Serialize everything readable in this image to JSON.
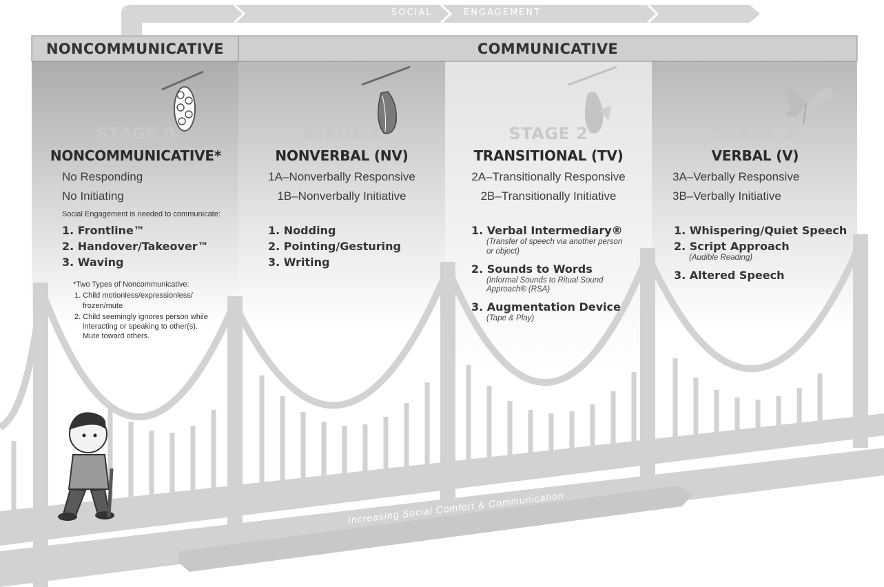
{
  "top_banner": {
    "left_word": "SOCIAL",
    "right_word": "ENGAGEMENT"
  },
  "headers": {
    "left": "NONCOMMUNICATIVE",
    "right": "COMMUNICATIVE"
  },
  "stages": [
    {
      "number": "STAGE 0",
      "name": "NONCOMMUNICATIVE*",
      "responses": [
        "No Responding",
        "No Initiating"
      ],
      "note": "Social Engagement is needed to communicate:",
      "items": [
        {
          "text": "1. Frontline™"
        },
        {
          "text": "2. Handover/Takeover™"
        },
        {
          "text": "3. Waving"
        }
      ],
      "footnote": {
        "title": "*Two Types of Noncommunicative:",
        "items": [
          "1. Child motionless/expressionless/ frozen/mute",
          "2. Child seemingly ignores person while interacting or speaking to other(s). Mute toward others."
        ]
      }
    },
    {
      "number": "STAGE 1",
      "name": "NONVERBAL (NV)",
      "responses": [
        "1A–Nonverbally Responsive",
        "1B–Nonverbally Initiative"
      ],
      "items": [
        {
          "text": "1. Nodding"
        },
        {
          "text": "2. Pointing/Gesturing"
        },
        {
          "text": "3. Writing"
        }
      ]
    },
    {
      "number": "STAGE 2",
      "name": "TRANSITIONAL (TV)",
      "responses": [
        "2A–Transitionally Responsive",
        "2B–Transitionally Initiative"
      ],
      "items": [
        {
          "text": "1. Verbal Intermediary®",
          "sub": "(Transfer of speech via another person or object)"
        },
        {
          "text": "2. Sounds to Words",
          "sub": "(Informal Sounds to Ritual Sound Approach® (RSA)"
        },
        {
          "text": "3. Augmentation Device",
          "sub": "(Tape & Play)"
        }
      ]
    },
    {
      "number": "STAGE 3",
      "name": "VERBAL (V)",
      "responses": [
        "3A–Verbally Responsive",
        "3B–Verbally Initiative"
      ],
      "items": [
        {
          "text": "1. Whispering/Quiet Speech"
        },
        {
          "text": "2. Script Approach",
          "sub": "(Audible Reading)"
        },
        {
          "text": "3. Altered Speech"
        }
      ]
    }
  ],
  "bottom_arrow": {
    "label": "Increasing Social Comfort & Communication"
  },
  "colors": {
    "header_bg": "#cfcfcf",
    "top_arrow": "#d6d6d6",
    "bridge": "#d2d2d2",
    "column_gradient_top": "#bdbdbd",
    "highlight_column_top": "#e9e9e9",
    "stage_number": "#c9c9c9"
  },
  "icons": [
    "cocoon-icon",
    "chrysalis-icon",
    "emerging-butterfly-icon",
    "butterfly-icon",
    "boy-with-cane-illustration"
  ]
}
